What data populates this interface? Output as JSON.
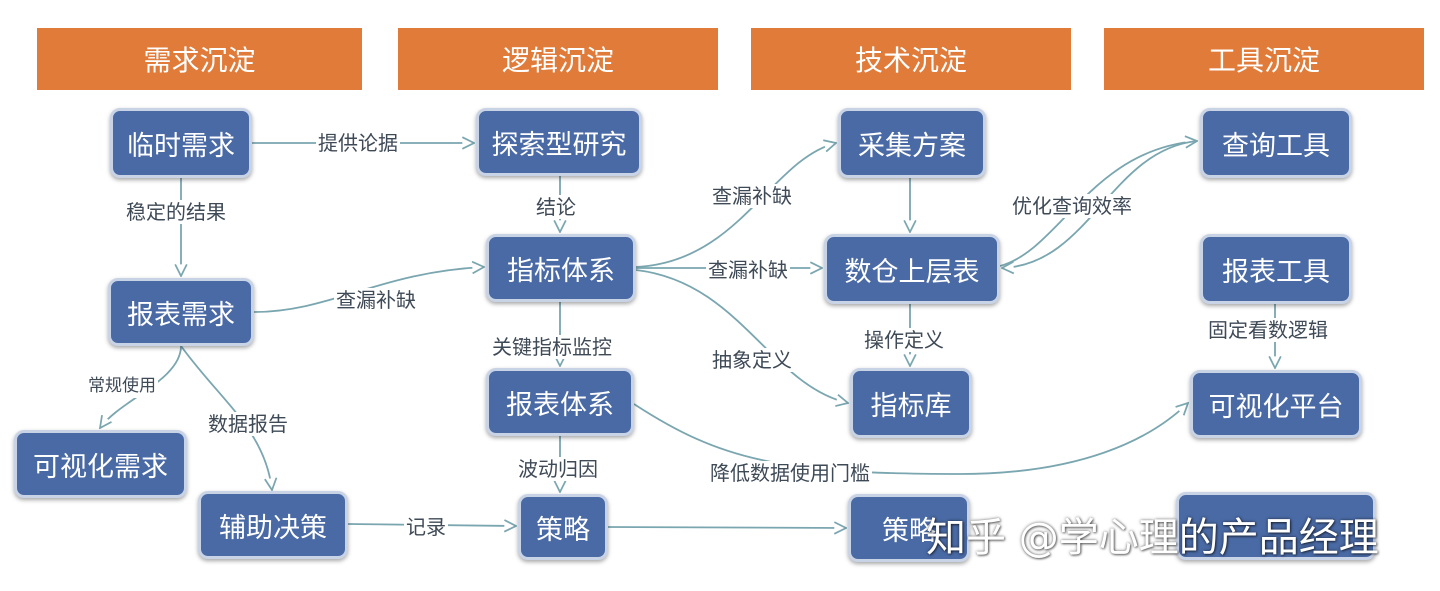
{
  "colors": {
    "header_bg": "#e07b39",
    "node_bg": "#4a6aa5",
    "node_border": "#c9d3e6",
    "edge": "#7aa6b0",
    "label_text": "#3f4a57"
  },
  "headers": {
    "demand": "需求沉淀",
    "logic": "逻辑沉淀",
    "tech": "技术沉淀",
    "tool": "工具沉淀"
  },
  "nodes": {
    "temp_demand": "临时需求",
    "report_demand": "报表需求",
    "vis_demand": "可视化需求",
    "aux_decision": "辅助决策",
    "explore_research": "探索型研究",
    "metric_system": "指标体系",
    "report_system": "报表体系",
    "strategy": "策略",
    "collect_plan": "采集方案",
    "dw_upper": "数仓上层表",
    "metric_lib": "指标库",
    "strategy2": "策略",
    "query_tool": "查询工具",
    "report_tool": "报表工具",
    "vis_platform": "可视化平台"
  },
  "edges": {
    "provide_evidence": "提供论据",
    "stable_result": "稳定的结果",
    "fill_gap_1": "查漏补缺",
    "conclusion": "结论",
    "fill_gap_2": "查漏补缺",
    "fill_gap_3": "查漏补缺",
    "abstract_def": "抽象定义",
    "key_metric_monitor": "关键指标监控",
    "operate_def": "操作定义",
    "optimize_query": "优化查询效率",
    "fixed_logic": "固定看数逻辑",
    "routine_use": "常规使用",
    "data_report": "数据报告",
    "fluctuation": "波动归因",
    "lower_threshold": "降低数据使用门槛",
    "record": "记录"
  },
  "watermark": "知乎 @学心理的产品经理"
}
